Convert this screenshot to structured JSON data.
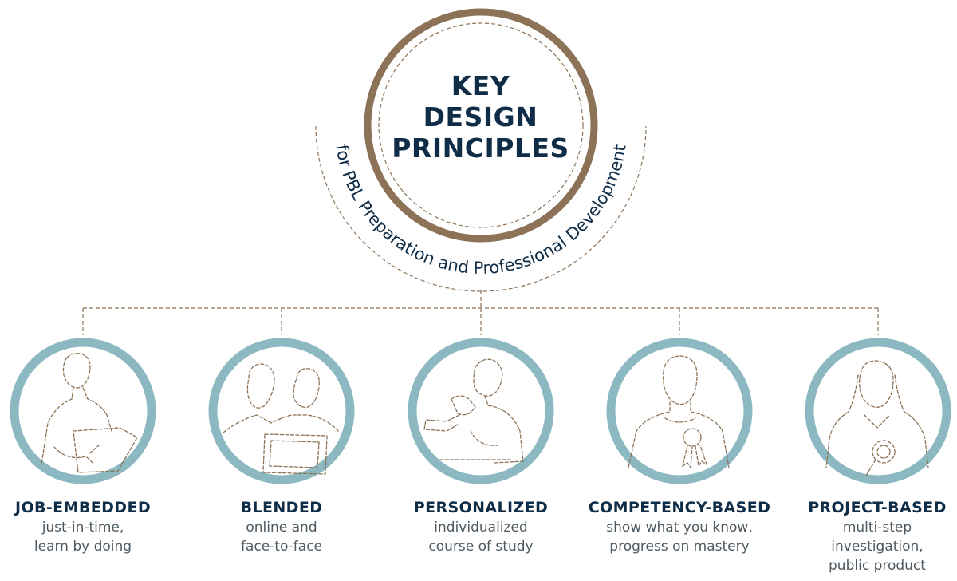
{
  "title": {
    "lines": [
      "KEY",
      "DESIGN",
      "PRINCIPLES"
    ],
    "subtitle": "for PBL Preparation and Professional Development"
  },
  "colors": {
    "brown": "#8c7257",
    "teal": "#8cb9c1",
    "navy": "#0f2d47",
    "gray": "#4e5a62"
  },
  "principles": [
    {
      "icon": "teacher-with-clipboard-icon",
      "title": "JOB-EMBEDDED",
      "desc": [
        "just-in-time,",
        "learn by doing"
      ]
    },
    {
      "icon": "two-people-with-tablet-icon",
      "title": "BLENDED",
      "desc": [
        "online and",
        "face-to-face"
      ]
    },
    {
      "icon": "student-with-microscope-icon",
      "title": "PERSONALIZED",
      "desc": [
        "individualized",
        "course of study"
      ]
    },
    {
      "icon": "person-with-award-ribbon-icon",
      "title": "COMPETENCY-BASED",
      "desc": [
        "show what you know,",
        "progress on mastery"
      ]
    },
    {
      "icon": "person-with-magnifying-glass-icon",
      "title": "PROJECT-BASED",
      "desc": [
        "multi-step",
        "investigation,",
        "public product"
      ]
    }
  ]
}
